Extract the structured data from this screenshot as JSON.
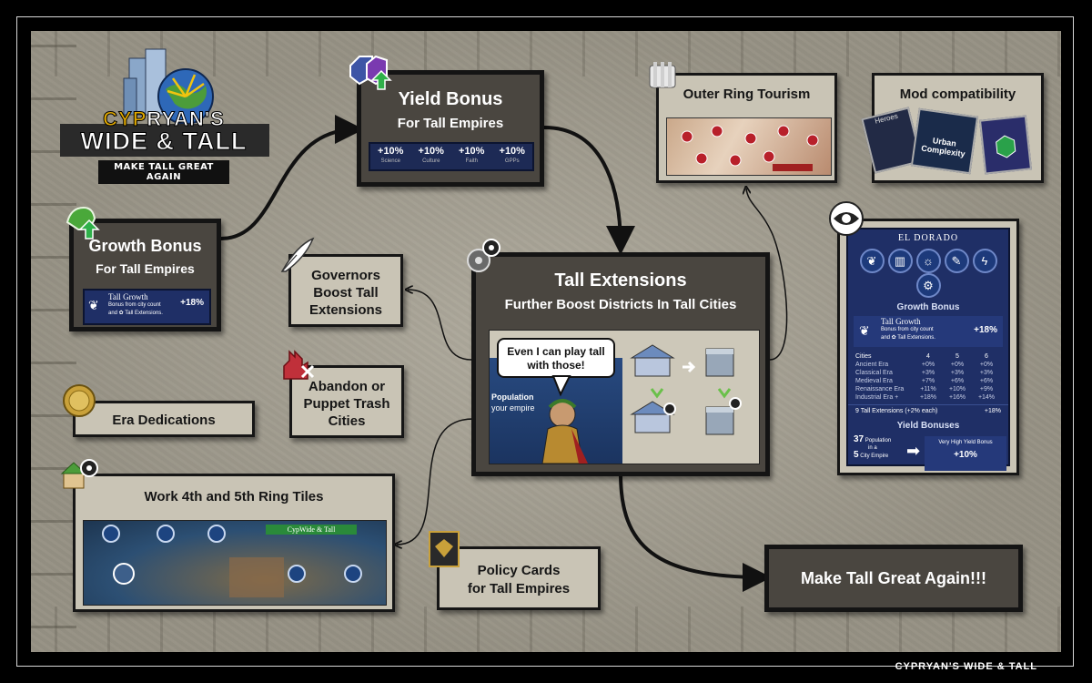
{
  "colors": {
    "accent_gold": "#e0a800",
    "dark_card": "#4a4640",
    "light_card": "#c9c4b5",
    "panel_blue": "#1f2f66"
  },
  "logo": {
    "brand_cyp": "Cyp",
    "brand_ryan": "Ryan's",
    "title": "Wide & Tall",
    "tagline": "Make Tall Great Again"
  },
  "yield_bonus": {
    "title": "Yield Bonus",
    "subtitle": "For Tall Empires",
    "pills": [
      {
        "value": "+10%",
        "label": "Science"
      },
      {
        "value": "+10%",
        "label": "Culture"
      },
      {
        "value": "+10%",
        "label": "Faith"
      },
      {
        "value": "+10%",
        "label": "GPPs"
      }
    ]
  },
  "growth_bonus": {
    "title": "Growth Bonus",
    "subtitle": "For Tall Empires",
    "panel_title": "Tall Growth",
    "panel_line1": "Bonus from city count",
    "panel_line2": "and",
    "panel_line3": "Tall Extensions.",
    "panel_value": "+18%"
  },
  "outer_ring": {
    "title": "Outer Ring Tourism"
  },
  "mod_compat": {
    "title": "Mod compatibility",
    "card1": "Heroes",
    "card2": "Urban Complexity"
  },
  "governors": {
    "line1": "Governors",
    "line2": "Boost Tall",
    "line3": "Extensions"
  },
  "abandon": {
    "line1": "Abandon or",
    "line2": "Puppet Trash",
    "line3": "Cities"
  },
  "era_dedications": {
    "title": "Era Dedications"
  },
  "tall_extensions": {
    "title": "Tall Extensions",
    "subtitle": "Further Boost Districts In Tall Cities",
    "bubble_line1": "Even I can play tall",
    "bubble_line2": "with those!",
    "bg_text1": "Population",
    "bg_text2": "your empire"
  },
  "work_tiles": {
    "title": "Work 4th and 5th Ring Tiles",
    "city_banner": "CypWide & Tall"
  },
  "policy_cards": {
    "line1": "Policy Cards",
    "line2": "for Tall Empires"
  },
  "make_tall": {
    "title": "Make Tall Great Again!!!"
  },
  "eldorado": {
    "city": "El Dorado",
    "section1": "Growth Bonus",
    "tall_growth_title": "Tall Growth",
    "tall_growth_line1": "Bonus from city count",
    "tall_growth_line2": "and",
    "tall_growth_line3": "Tall Extensions.",
    "tall_growth_value": "+18%",
    "table_header": [
      "Cities",
      "4",
      "5",
      "6"
    ],
    "table_rows": [
      [
        "Ancient Era",
        "+0%",
        "+0%",
        "+0%"
      ],
      [
        "Classical Era",
        "+3%",
        "+3%",
        "+3%"
      ],
      [
        "Medieval Era",
        "+7%",
        "+6%",
        "+6%"
      ],
      [
        "Renaissance Era",
        "+11%",
        "+10%",
        "+9%"
      ],
      [
        "Industrial Era +",
        "+18%",
        "+16%",
        "+14%"
      ]
    ],
    "extensions_line": "9 Tall Extensions (+2% each)",
    "extensions_value": "+18%",
    "section2": "Yield Bonuses",
    "pop_num": "37",
    "pop_l1": "Population",
    "pop_l2": "in a",
    "city_num": "5",
    "pop_l3": "City Empire",
    "very_high": "Very High Yield Bonus",
    "very_high_value": "+10%"
  },
  "footer": {
    "brand": "CypRyan's Wide & Tall"
  }
}
